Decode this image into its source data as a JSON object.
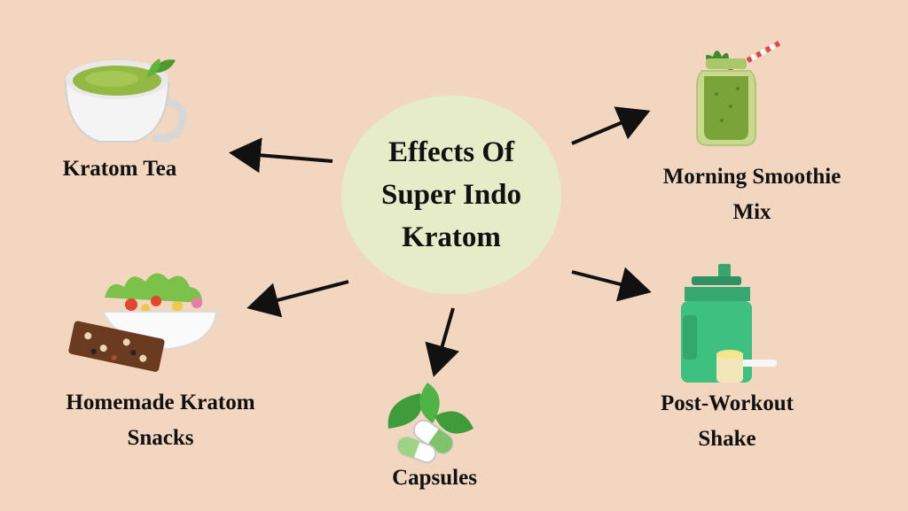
{
  "center": {
    "title": "Effects Of Super Indo Kratom"
  },
  "nodes": {
    "kratom_tea": {
      "label": "Kratom Tea",
      "icon": "tea-cup-icon"
    },
    "smoothie": {
      "label": "Morning Smoothie Mix",
      "icon": "smoothie-jar-icon"
    },
    "snacks": {
      "label": "Homemade Kratom Snacks",
      "icon": "salad-and-bar-icon"
    },
    "capsules": {
      "label": "Capsules",
      "icon": "capsule-leaves-icon"
    },
    "shake": {
      "label": "Post-Workout Shake",
      "icon": "shaker-bottle-icon"
    }
  },
  "colors": {
    "background": "#f2d6bf",
    "center_fill": "#e6ecc8",
    "arrow": "#111111",
    "accent_green": "#7cb342"
  }
}
